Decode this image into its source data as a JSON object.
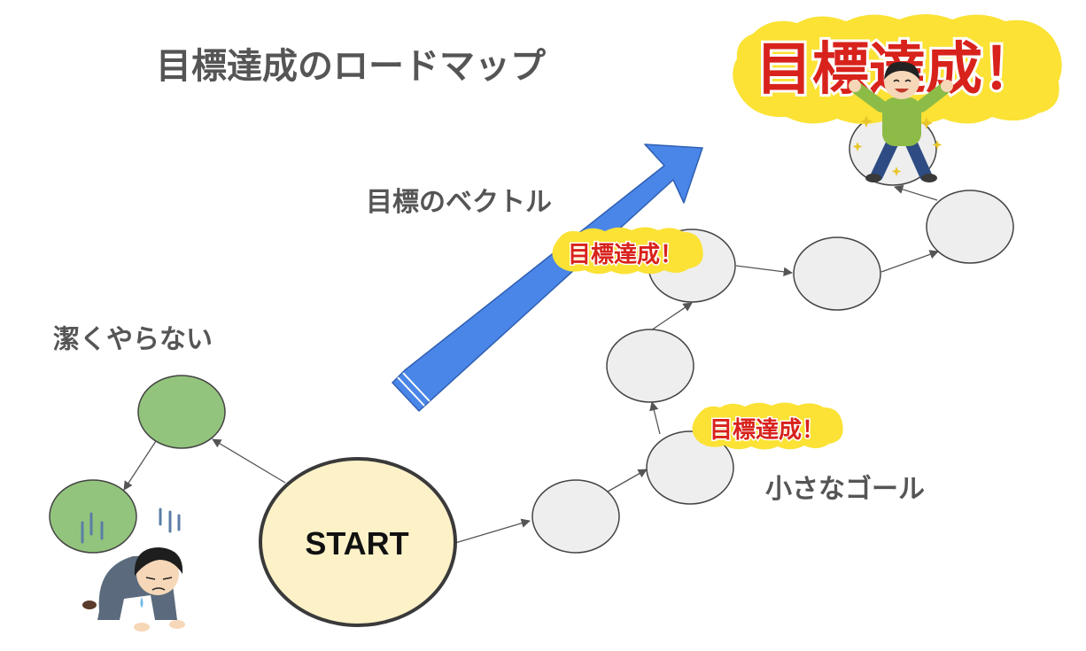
{
  "title": "目標達成のロードマップ",
  "labels": {
    "goal_vector": "目標のベクトル",
    "sloppy": "潔くやらない",
    "small_goal": "小さなゴール"
  },
  "start_label": "START",
  "badges": {
    "small_badge_text": "目標達成！",
    "big_badge_text": "目標達成！"
  },
  "colors": {
    "start_fill": "#fdf1c8",
    "node_fill": "#eeeeee",
    "green_node_fill": "#93c47d",
    "arrow_blue": "#4a86e8",
    "badge_yellow": "#fbe235",
    "badge_red": "#d8221c",
    "title_gray": "#555555"
  }
}
